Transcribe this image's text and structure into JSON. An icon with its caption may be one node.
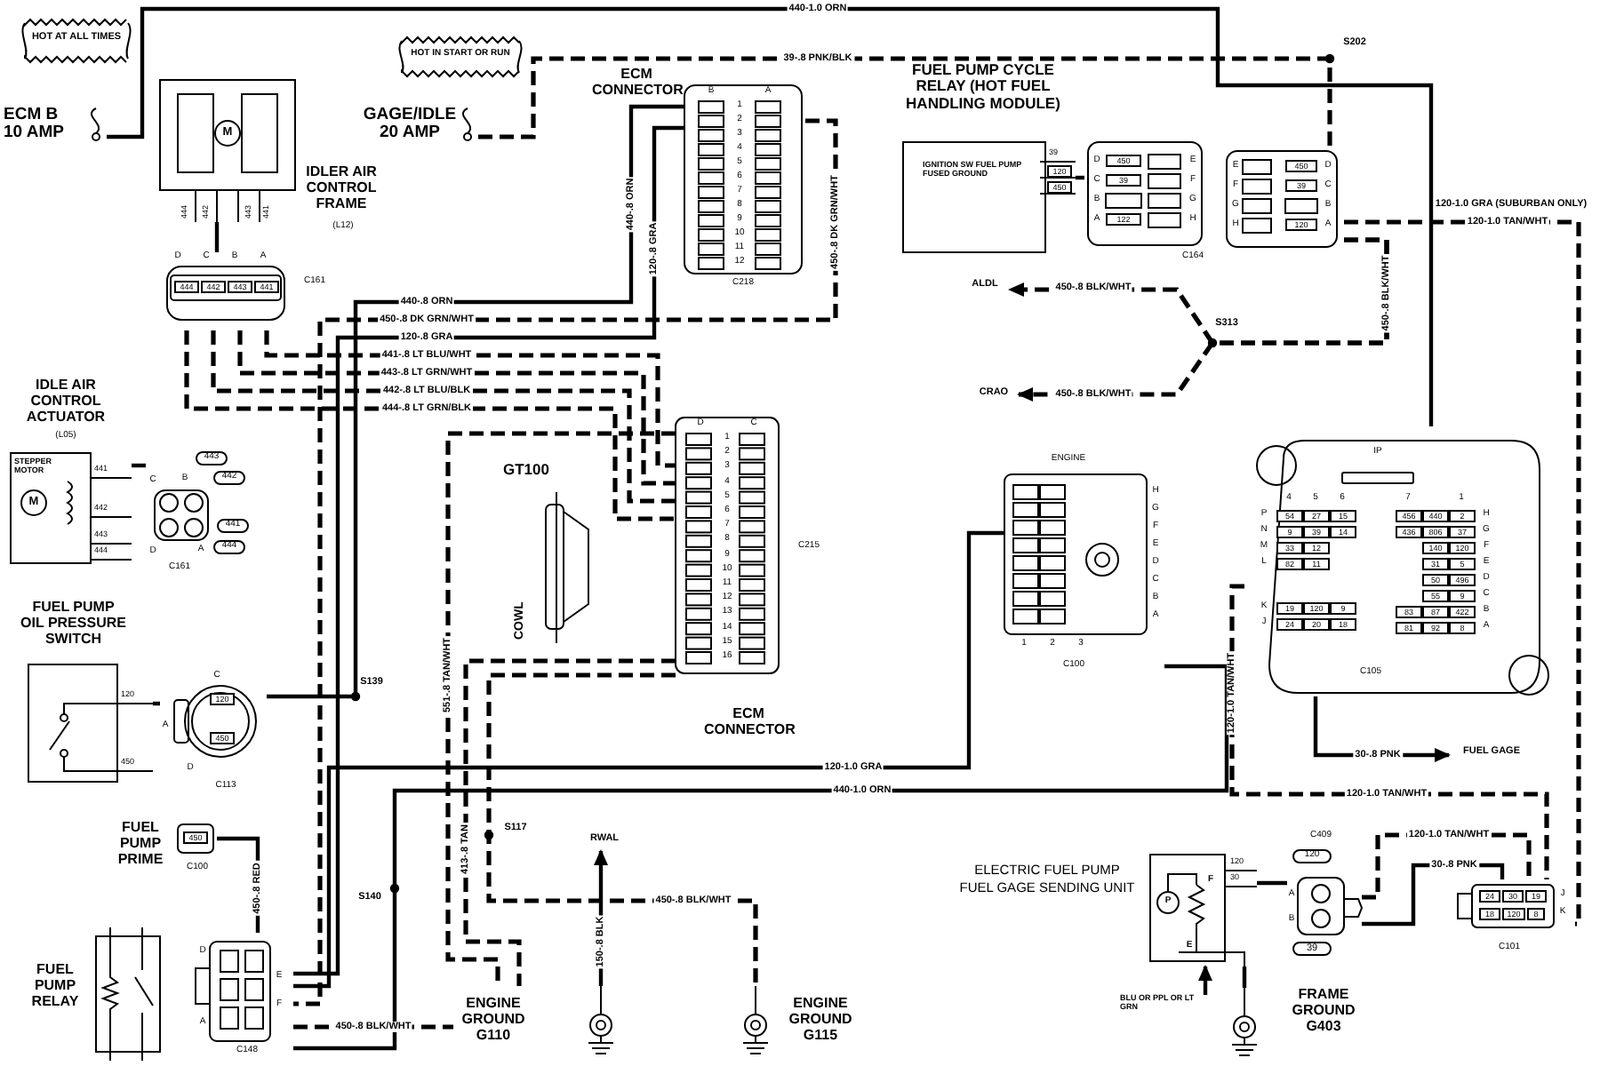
{
  "diagram": {
    "nodes": [
      {
        "text": [
          "HOT AT ALL TIMES"
        ]
      },
      {
        "text": [
          "HOT IN START OR RUN"
        ]
      },
      {
        "text": [
          "ECM B 10 AMP"
        ]
      },
      {
        "text": [
          "GAGE/IDLE 20 AMP"
        ]
      },
      {
        "text": [
          "M",
          "444",
          "442",
          "443",
          "441",
          "IDLER AIR CONTROL FRAME",
          "(L12)"
        ]
      },
      {
        "text": [
          "D",
          "C",
          "B",
          "A",
          "444",
          "442",
          "443",
          "441"
        ],
        "beside": [
          "C161"
        ]
      },
      {
        "text": [
          "IDLE AIR CONTROL ACTUATOR",
          "(L05)",
          "STEPPER MOTOR",
          "M",
          "441",
          "442",
          "443",
          "444"
        ]
      },
      {
        "text": [
          "443",
          "442",
          "C",
          "B",
          "441",
          "444",
          "D",
          "A"
        ],
        "beside": [
          "C161"
        ]
      },
      {
        "text": [
          "FUEL PUMP OIL PRESSURE SWITCH",
          "120",
          "450"
        ]
      },
      {
        "text": [
          "C",
          "120",
          "450",
          "A",
          "D"
        ],
        "beside": [
          "C113"
        ]
      },
      {
        "text": [
          "FUEL PUMP PRIME",
          "450"
        ],
        "beside": [
          "C100"
        ]
      },
      {
        "text": [
          "FUEL PUMP RELAY"
        ]
      },
      {
        "text": [
          "D",
          "E",
          "F",
          "A"
        ],
        "beside": [
          "C148"
        ]
      },
      {
        "text": [
          "B",
          "A",
          "1",
          "2",
          "3",
          "4",
          "5",
          "6",
          "7",
          "8",
          "9",
          "10",
          "11",
          "12"
        ],
        "beside": [
          "C218"
        ]
      },
      {
        "text": [
          "GT100",
          "COWL"
        ]
      },
      {
        "text": [
          "D",
          "C",
          "1",
          "2",
          "3",
          "4",
          "5",
          "6",
          "7",
          "8",
          "9",
          "10",
          "11",
          "12",
          "13",
          "14",
          "15",
          "16"
        ],
        "beside": [
          "C215"
        ]
      },
      {
        "text": [
          "FUEL PUMP CYCLE RELAY (HOT FUEL HANDLING MODULE)",
          "IGNITION SW FUEL PUMP FUSED GROUND",
          "39",
          "120",
          "450"
        ]
      },
      {
        "text": [
          "D",
          "C",
          "B",
          "A",
          "450",
          "39",
          "122",
          "E",
          "F",
          "G",
          "H"
        ],
        "beside": [
          "C164"
        ]
      },
      {
        "text": [
          "E",
          "F",
          "G",
          "H",
          "450",
          "39",
          "120",
          "D",
          "C",
          "B",
          "A"
        ]
      },
      {
        "text": [
          "ALDL"
        ]
      },
      {
        "text": [
          "CRAO"
        ]
      },
      {
        "text": [
          "ENGINE",
          "H",
          "G",
          "F",
          "E",
          "D",
          "C",
          "B",
          "A",
          "1",
          "2",
          "3"
        ],
        "beside": [
          "C100"
        ]
      },
      {
        "text": [
          "IP",
          "4",
          "5",
          "6",
          "7",
          "1",
          "P",
          "54",
          "27",
          "15",
          "N",
          "9",
          "39",
          "14",
          "M",
          "33",
          "12",
          "L",
          "82",
          "11",
          "K",
          "19",
          "120",
          "9",
          "J",
          "24",
          "20",
          "18",
          "456",
          "440",
          "2",
          "H",
          "436",
          "806",
          "37",
          "G",
          "140",
          "120",
          "F",
          "31",
          "5",
          "E",
          "50",
          "496",
          "D",
          "55",
          "9",
          "C",
          "83",
          "87",
          "422",
          "B",
          "81",
          "92",
          "8",
          "A",
          "C105"
        ]
      },
      {
        "text": [
          "FUEL GAGE"
        ]
      },
      {
        "text": [
          "ELECTRIC FUEL PUMP",
          "FUEL GAGE SENDING UNIT",
          "P",
          "F",
          "E",
          "120",
          "30"
        ]
      },
      {
        "text": [
          "C409",
          "120",
          "A",
          "B",
          "39"
        ]
      },
      {
        "text": [
          "24",
          "30",
          "19",
          "18",
          "120",
          "8",
          "J",
          "K"
        ],
        "beside": [
          "C101"
        ]
      },
      {
        "text": [
          "ENGINE GROUND G110"
        ]
      },
      {
        "text": [
          "ENGINE GROUND G115"
        ]
      },
      {
        "text": [
          "FRAME GROUND G403"
        ]
      },
      {
        "text": [
          "RWAL"
        ]
      },
      {
        "text": [
          "BLU OR PPL OR LT GRN"
        ]
      }
    ],
    "edges": [
      {
        "from": 2,
        "to": 22,
        "arrow": "none",
        "label": "440-1.0 ORN"
      },
      {
        "from": 3,
        "to": 18,
        "arrow": "none",
        "style": "dashed",
        "label": "39-.8 PNK/BLK"
      },
      {
        "from": 13,
        "to": 9,
        "arrow": "none",
        "label": "440-.8 ORN"
      },
      {
        "from": 13,
        "to": 12,
        "arrow": "none",
        "label": "120-.8 GRA"
      },
      {
        "from": 13,
        "to": 12,
        "arrow": "none",
        "style": "dashed",
        "label": "450-.8 DK GRN/WHT"
      },
      {
        "from": 5,
        "to": 15,
        "arrow": "none",
        "style": "dashed",
        "label": "441-.8 LT BLU/WHT"
      },
      {
        "from": 5,
        "to": 15,
        "arrow": "none",
        "style": "dashed",
        "label": "443-.8 LT GRN/WHT"
      },
      {
        "from": 5,
        "to": 15,
        "arrow": "none",
        "style": "dashed",
        "label": "442-.8 LT BLU/BLK"
      },
      {
        "from": 5,
        "to": 15,
        "arrow": "none",
        "style": "dashed",
        "label": "444-.8 LT GRN/BLK"
      },
      {
        "from": 6,
        "to": 7,
        "arrow": "none"
      },
      {
        "from": 8,
        "to": 9,
        "arrow": "none"
      },
      {
        "from": 10,
        "to": 12,
        "arrow": "none",
        "label": "450-.8 RED"
      },
      {
        "from": 21,
        "to": 12,
        "arrow": "none",
        "label": "120-1.0 GRA"
      },
      {
        "from": 12,
        "to": 21,
        "arrow": "none",
        "label": "440-1.0 ORN"
      },
      {
        "from": 18,
        "to": 19,
        "arrow": "to",
        "style": "dashed",
        "label": "450-.8 BLK/WHT"
      },
      {
        "from": 18,
        "to": 20,
        "arrow": "to",
        "style": "dashed",
        "label": "450-.8 BLK/WHT"
      },
      {
        "from": 18,
        "to": 26,
        "arrow": "none",
        "style": "dashed",
        "label": "120-1.0 TAN/WHT"
      },
      {
        "from": 22,
        "to": 23,
        "arrow": "to",
        "label": "30-.8 PNK"
      },
      {
        "from": 25,
        "to": 26,
        "arrow": "none",
        "label": "30-.8 PNK"
      },
      {
        "from": 22,
        "to": 26,
        "arrow": "none",
        "style": "dashed",
        "label": "120-1.0 TAN/WHT"
      },
      {
        "from": 25,
        "to": 26,
        "arrow": "none",
        "style": "dashed",
        "label": "120-1.0 TAN/WHT"
      },
      {
        "from": 24,
        "to": 25,
        "arrow": "none"
      },
      {
        "from": 24,
        "to": 29,
        "arrow": "none"
      },
      {
        "from": 12,
        "to": 27,
        "arrow": "none",
        "style": "dashed",
        "label": "450-.8 BLK/WHT"
      },
      {
        "from": 27,
        "to": 30,
        "arrow": "to",
        "label": "150-.8 BLK"
      },
      {
        "from": 15,
        "to": 28,
        "arrow": "none",
        "style": "dashed",
        "label": "450-.8 BLK/WHT"
      },
      {
        "from": 16,
        "to": 17,
        "arrow": "none"
      },
      {
        "from": 15,
        "to": 27,
        "arrow": "none",
        "style": "dashed",
        "label": "551-.8 TAN/WHT"
      },
      {
        "from": 15,
        "to": 27,
        "arrow": "none",
        "style": "dashed",
        "label": "413-.8 TAN"
      },
      {
        "from": 4,
        "to": 5,
        "arrow": "none"
      },
      {
        "from": 31,
        "to": 24,
        "arrow": "to"
      }
    ],
    "labels": [
      "S202",
      "S313",
      "S139",
      "S140",
      "S117",
      "ECM CONNECTOR",
      "ECM CONNECTOR",
      "120-1.0 GRA (SUBURBAN ONLY)",
      "450-.8 BLK/WHT",
      "450-.8 DK GRN/WHT",
      "440-.8 ORN",
      "120-.8 GRA",
      "120-1.0 TAN/WHT"
    ]
  }
}
